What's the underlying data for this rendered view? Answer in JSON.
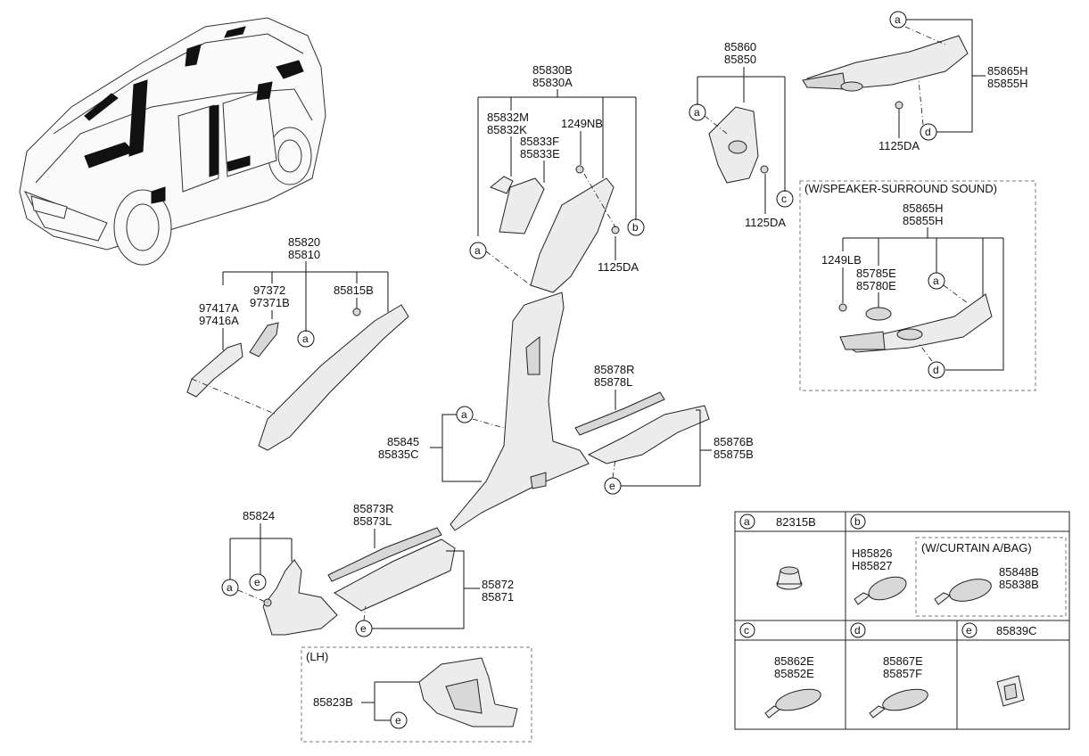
{
  "sections": {
    "lh": "(LH)",
    "speaker": "(W/SPEAKER-SURROUND SOUND)",
    "curtain": "(W/CURTAIN A/BAG)"
  },
  "labels": {
    "p85830B": "85830B",
    "p85830A": "85830A",
    "p85832M": "85832M",
    "p85832K": "85832K",
    "p85833F": "85833F",
    "p85833E": "85833E",
    "p1249NB": "1249NB",
    "p1125DA_a": "1125DA",
    "p85860": "85860",
    "p85850": "85850",
    "p1125DA_b": "1125DA",
    "p85865H": "85865H",
    "p85855H": "85855H",
    "p1125DA_c": "1125DA",
    "p85865H_s": "85865H",
    "p85855H_s": "85855H",
    "p1249LB": "1249LB",
    "p85785E": "85785E",
    "p85780E": "85780E",
    "p85820": "85820",
    "p85810": "85810",
    "p97372": "97372",
    "p97371B": "97371B",
    "p97417A": "97417A",
    "p97416A": "97416A",
    "p85815B": "85815B",
    "p85845": "85845",
    "p85835C": "85835C",
    "p85878R": "85878R",
    "p85878L": "85878L",
    "p85876B": "85876B",
    "p85875B": "85875B",
    "p85824": "85824",
    "p85873R": "85873R",
    "p85873L": "85873L",
    "p85872": "85872",
    "p85871": "85871",
    "p85823B": "85823B"
  },
  "callouts": {
    "a": "a",
    "b": "b",
    "c": "c",
    "d": "d",
    "e": "e"
  },
  "legend": {
    "a_code": "82315B",
    "b_code1": "H85826",
    "b_code2": "H85827",
    "b_curtain1": "85848B",
    "b_curtain2": "85838B",
    "c_code1": "85862E",
    "c_code2": "85852E",
    "d_code1": "85867E",
    "d_code2": "85857F",
    "e_code": "85839C"
  }
}
